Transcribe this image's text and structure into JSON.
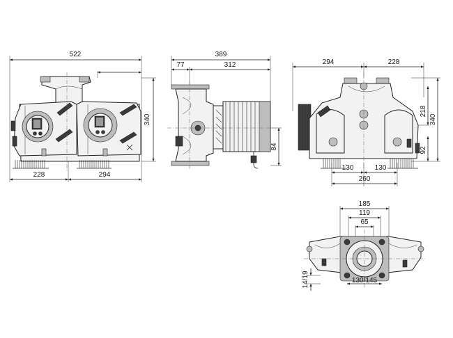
{
  "dimensions": {
    "front": {
      "overall_width": "522",
      "left_to_axis": "228",
      "axis_to_right": "294",
      "height": "340"
    },
    "side": {
      "overall_length": "389",
      "flange_to_axis": "77",
      "axis_to_motor_end": "312",
      "axis_height": "84"
    },
    "rear": {
      "left_width": "294",
      "right_width": "228",
      "overall_height": "340",
      "upper_height": "218",
      "axis_height": "92",
      "left_foot": "130",
      "right_foot": "130",
      "foot_span": "260"
    },
    "base": {
      "outer_width": "185",
      "bolt_span": "119",
      "inner_width": "65",
      "hole_spacing": "130/145",
      "hole_diameter": "14/19"
    }
  }
}
